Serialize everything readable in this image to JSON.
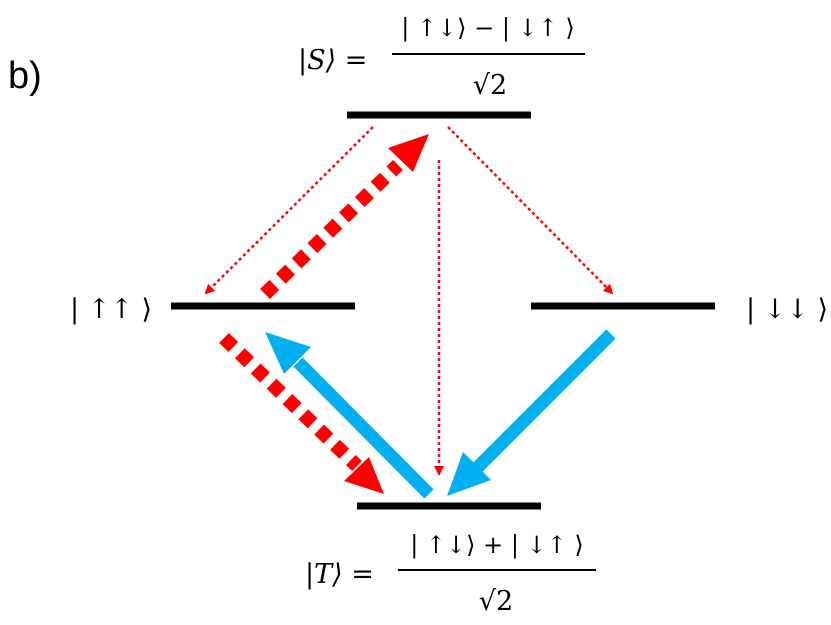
{
  "panel_label": "b)",
  "colors": {
    "level": "#000000",
    "red": "#ff0000",
    "blue": "#00b0f0"
  },
  "states": {
    "singlet": {
      "lhs": "|S⟩ =",
      "numerator": "| ↑↓⟩ − | ↓↑ ⟩",
      "denominator": "√2"
    },
    "up_up": {
      "label": "| ↑↑ ⟩"
    },
    "down_down": {
      "label": "| ↓↓ ⟩"
    },
    "triplet": {
      "lhs": "|T⟩ =",
      "numerator": "| ↑↓⟩ + | ↓↑ ⟩",
      "denominator": "√2"
    }
  }
}
